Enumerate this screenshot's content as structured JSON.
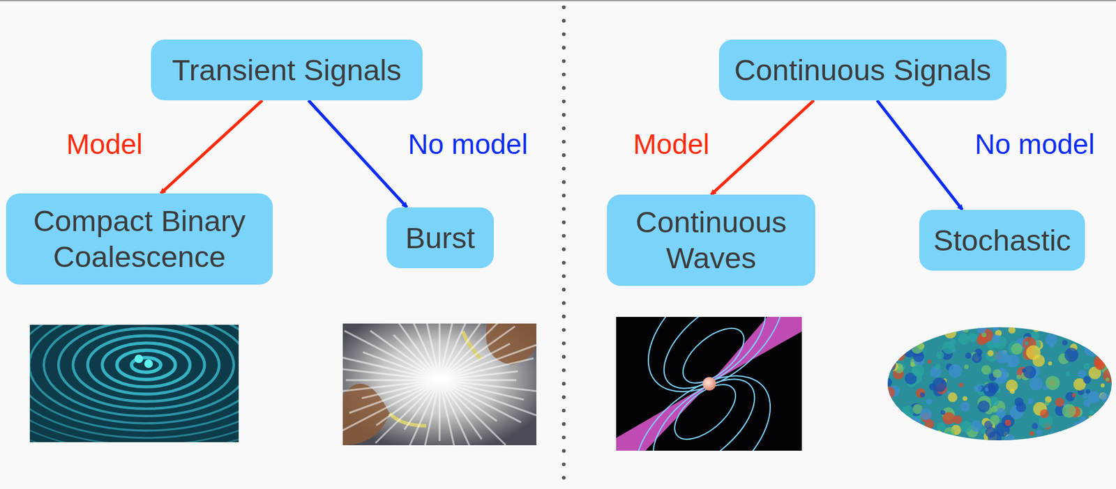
{
  "diagram": {
    "nodes": [
      {
        "text": [
          "Transient Signals"
        ]
      },
      {
        "text": [
          "Compact Binary Coalescence"
        ]
      },
      {
        "text": [
          "Burst"
        ]
      },
      {
        "text": [
          "Continuous Signals"
        ]
      },
      {
        "text": [
          "Continuous Waves"
        ]
      },
      {
        "text": [
          "Stochastic"
        ]
      }
    ],
    "edges": [
      {
        "from": 0,
        "to": 1,
        "label": "Model",
        "arrow": "to"
      },
      {
        "from": 0,
        "to": 2,
        "label": "No model",
        "arrow": "to"
      },
      {
        "from": 3,
        "to": 4,
        "label": "Model",
        "arrow": "to"
      },
      {
        "from": 3,
        "to": 5,
        "label": "No model",
        "arrow": "to"
      }
    ]
  }
}
